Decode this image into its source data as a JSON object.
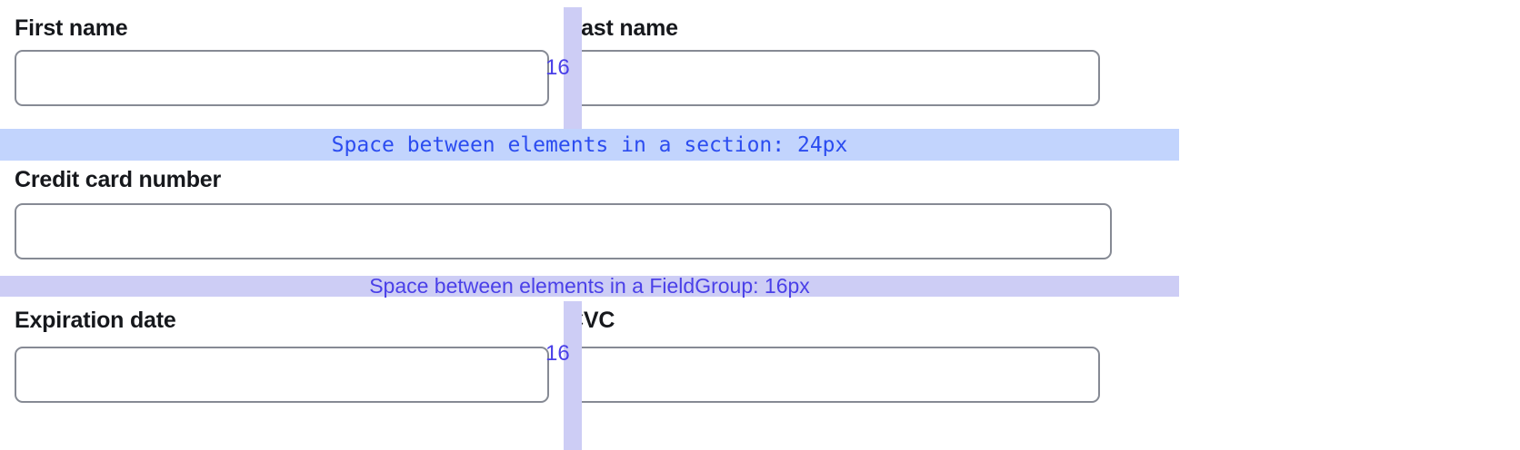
{
  "form": {
    "sections": [
      {
        "id": "name-row",
        "fields": [
          {
            "label": "First name",
            "value": "",
            "placeholder": ""
          },
          {
            "label": "Last name",
            "value": "",
            "placeholder": ""
          }
        ],
        "gap_label": "16"
      },
      {
        "id": "card-row",
        "fields": [
          {
            "label": "Credit card number",
            "value": "",
            "placeholder": ""
          }
        ]
      },
      {
        "id": "expiry-row",
        "fields": [
          {
            "label": "Expiration date",
            "value": "",
            "placeholder": ""
          },
          {
            "label": "CVC",
            "value": "",
            "placeholder": ""
          }
        ],
        "gap_label": "16"
      }
    ]
  },
  "annotations": {
    "section_gap": {
      "text": "Space between elements in a section: 24px",
      "value": "24px",
      "band_color": "#c2d4fd",
      "text_color": "#2b4cf0"
    },
    "fieldgroup_gap": {
      "text": "Space between elements in a FieldGroup: 16px",
      "value": "16px",
      "band_color": "#cdcdf5",
      "text_color": "#4a40e8"
    },
    "column_gap_top": {
      "value": "16",
      "marker_color": "#cdcdf5",
      "text_color": "#4a40e8"
    },
    "column_gap_bottom": {
      "value": "16",
      "marker_color": "#cdcdf5",
      "text_color": "#4a40e8"
    }
  },
  "theme": {
    "background": "#ffffff",
    "label_color": "#16181c",
    "input_border": "#868a94"
  }
}
